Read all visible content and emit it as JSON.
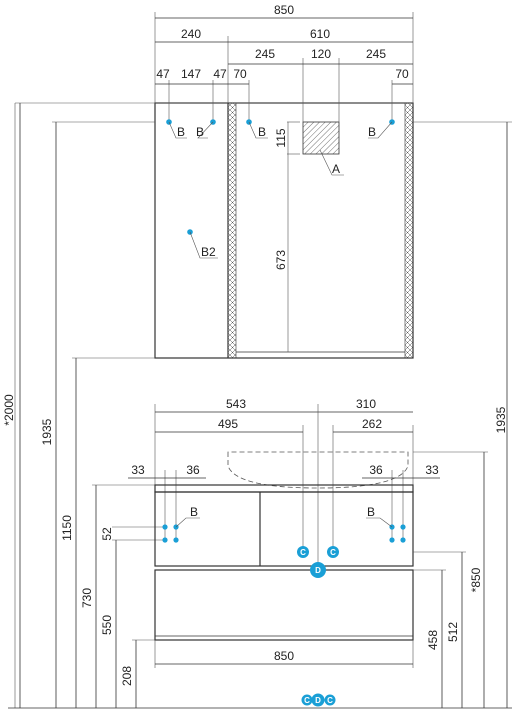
{
  "colors": {
    "marker": "#1a9fd6",
    "line": "#333333"
  },
  "dimensions": {
    "top_width": "850",
    "top_left": "240",
    "top_right": "610",
    "mid_245a": "245",
    "mid_120": "120",
    "mid_245b": "245",
    "s47a": "47",
    "s147": "147",
    "s47b": "47",
    "s70a": "70",
    "s70b": "70",
    "d115": "115",
    "d673": "673",
    "h2000": "*2000",
    "h1935_left": "1935",
    "h1935_right": "1935",
    "h1150": "1150",
    "h730": "730",
    "h550": "550",
    "h208": "208",
    "h52": "52",
    "b543": "543",
    "b310": "310",
    "b495": "495",
    "b262": "262",
    "b33_left": "33",
    "b36_left": "36",
    "b36_right": "36",
    "b33_right": "33",
    "h850_right": "*850",
    "h512": "512",
    "h458": "458",
    "bottom_width": "850"
  },
  "labels": {
    "b_top_1": "B",
    "b_top_2": "B",
    "b_top_3": "B",
    "b_top_4": "B",
    "b2": "B2",
    "a": "A",
    "b_bottom_left": "B",
    "b_bottom_right": "B"
  },
  "markers": {
    "c_left": "C",
    "c_right": "C",
    "d": "D",
    "legend_c1": "C",
    "legend_d": "D",
    "legend_c2": "C"
  }
}
